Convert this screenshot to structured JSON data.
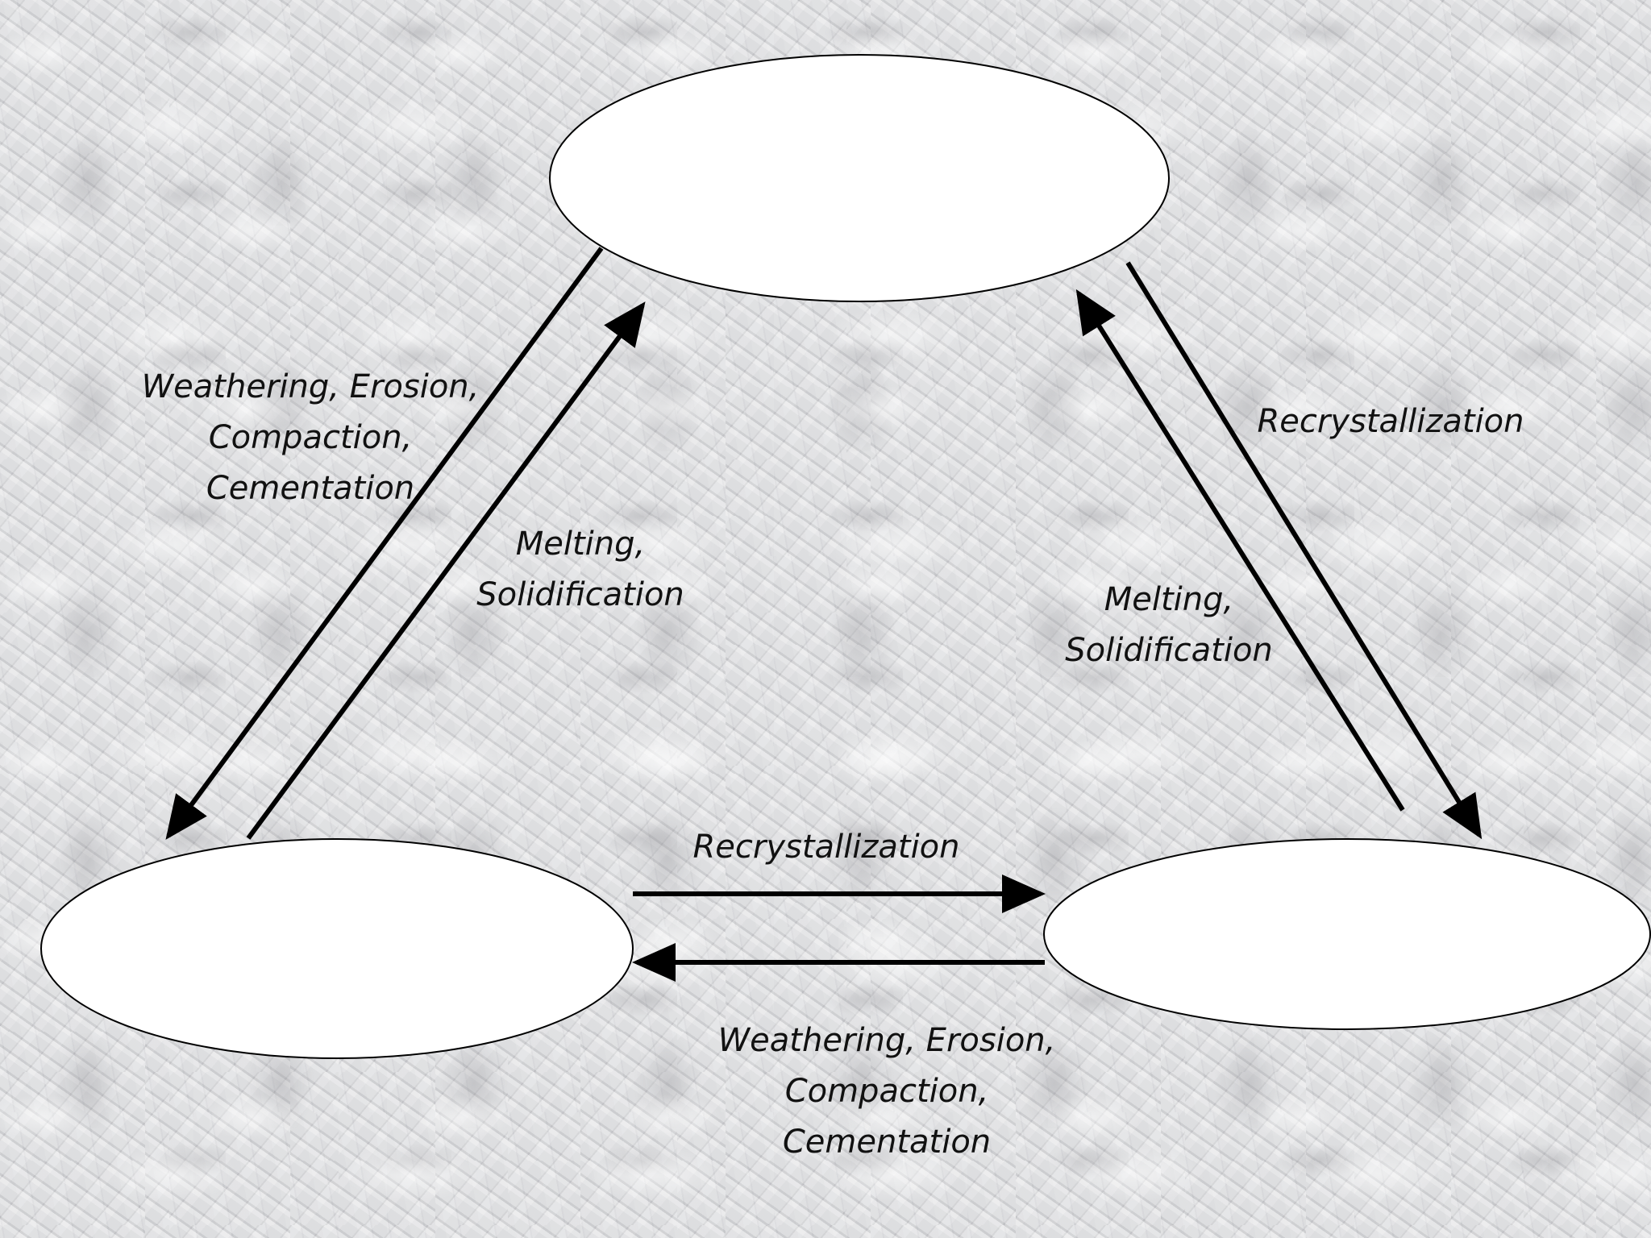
{
  "nodes": [
    {
      "id": "top",
      "label": ""
    },
    {
      "id": "bottom-left",
      "label": ""
    },
    {
      "id": "bottom-right",
      "label": ""
    }
  ],
  "labels": {
    "left_outer": [
      "Weathering, Erosion,",
      "Compaction,",
      "Cementation"
    ],
    "left_inner": [
      "Melting,",
      "Solidification"
    ],
    "right_outer": [
      "Recrystallization"
    ],
    "right_inner": [
      "Melting,",
      "Solidification"
    ],
    "bottom_top": [
      "Recrystallization"
    ],
    "bottom_bottom": [
      "Weathering, Erosion,",
      "Compaction,",
      "Cementation"
    ]
  },
  "colors": {
    "line": "#000000",
    "node_fill": "#ffffff",
    "text": "#111111"
  }
}
